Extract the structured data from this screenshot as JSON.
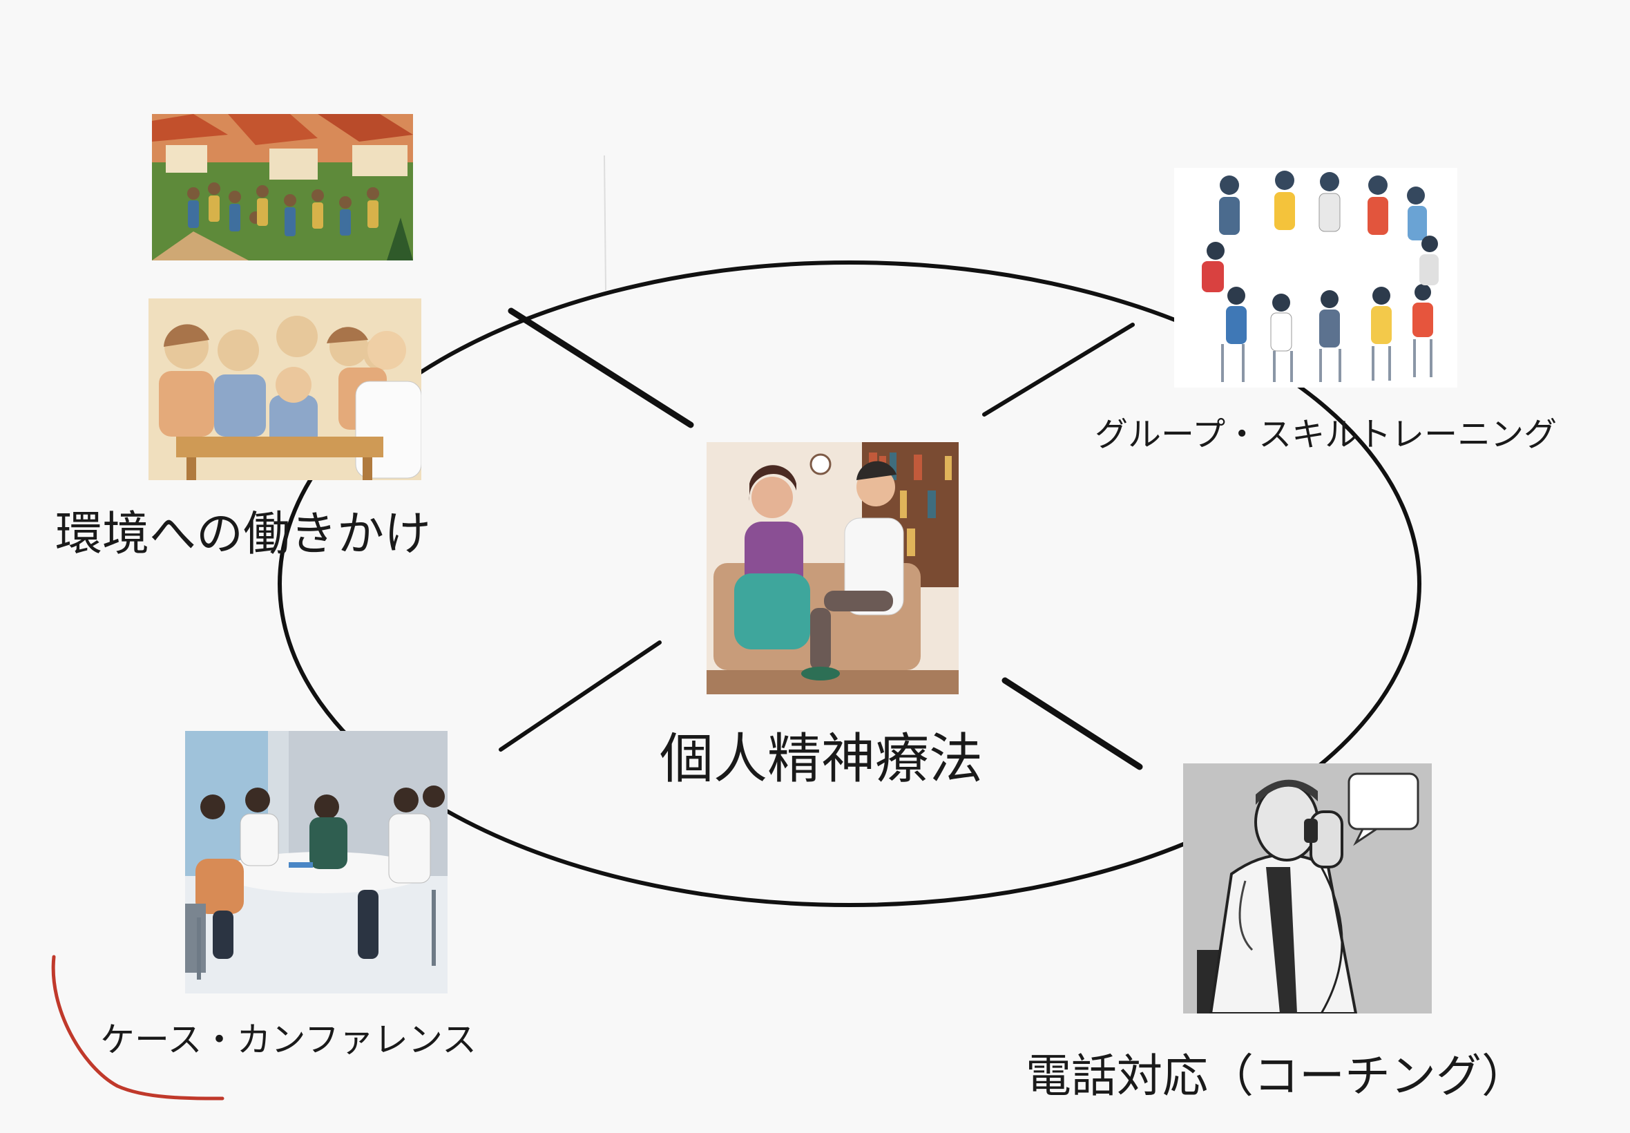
{
  "diagram": {
    "center": {
      "label": "個人精神療法",
      "image": "individual-therapy-illustration"
    },
    "nodes": [
      {
        "id": "environment",
        "label": "環境への働きかけ",
        "images": [
          "neighborhood-community-illustration",
          "family-meeting-illustration"
        ]
      },
      {
        "id": "group",
        "label": "グループ・スキルトレーニング",
        "image": "group-circle-illustration"
      },
      {
        "id": "case",
        "label": "ケース・カンファレンス",
        "image": "team-conference-illustration"
      },
      {
        "id": "phone",
        "label": "電話対応（コーチング）",
        "image": "doctor-on-phone-illustration"
      }
    ]
  },
  "colors": {
    "line": "#111111",
    "annotation": "#c0392b",
    "background": "#f8f8f8"
  }
}
